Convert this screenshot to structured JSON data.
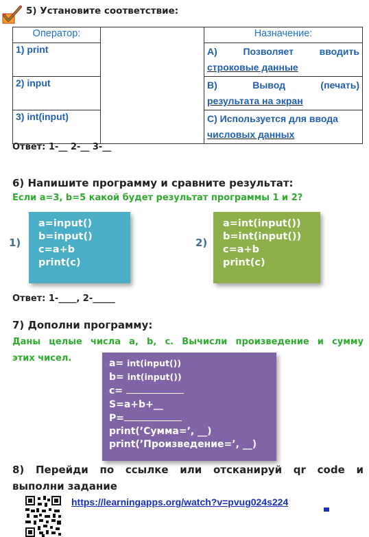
{
  "section5": {
    "title": "5) Установите соответствие:",
    "col_operator": "Оператор:",
    "col_purpose": "Назначение:",
    "rows": [
      {
        "op": "1) print",
        "desc_first": "А) Позволяет вводить",
        "desc_rest": "строковые данные"
      },
      {
        "op": "2) input",
        "desc_first": "В) Вывод (печать)",
        "desc_rest": "результата на экран"
      },
      {
        "op": "3) int(input)",
        "desc_first": "С) Используется для ввода",
        "desc_rest": "числовых данных"
      }
    ],
    "answer": "Ответ: 1-__ 2-__ 3-__"
  },
  "section6": {
    "title": "6) Напишите программу и сравните результат:",
    "question": "Если a=3, b=5 какой будет результат программы 1 и 2?",
    "label1": "1)",
    "label2": "2)",
    "program1": [
      "a=input()",
      "b=input()",
      "c=a+b",
      "print(c)"
    ],
    "program2": [
      "a=int(input())",
      "b=int(input())",
      "c=a+b",
      "print(c)"
    ],
    "answer": "Ответ: 1-____, 2-_____"
  },
  "section7": {
    "title": "7) Дополни программу:",
    "task_line1": "Даны целые числа a, b, c. Вычисли произведение и сумму",
    "task_line2": "этих чисел.",
    "code": {
      "l1_a": "a= ",
      "l1_b": "int(input())",
      "l2_a": "b= ",
      "l2_b": "int(input())",
      "l3": "c= ",
      "l4": "S=a+b+__",
      "l5": "P=",
      "l6": "print(’Сумма=’, __)",
      "l7": "print(’Произведение=’, __)"
    }
  },
  "section8": {
    "title_line1": "8) Перейди по ссылке или отсканируй qr code и",
    "title_line2": "выполни задание",
    "link": "https://learningapps.org/watch?v=pvug024s224"
  },
  "colors": {
    "table_text": "#1f5fb0",
    "green_text": "#2eaa2e",
    "box1": "#4aaec6",
    "box2": "#8db04a",
    "box3": "#7f64a6",
    "link": "#1a2fb8"
  }
}
